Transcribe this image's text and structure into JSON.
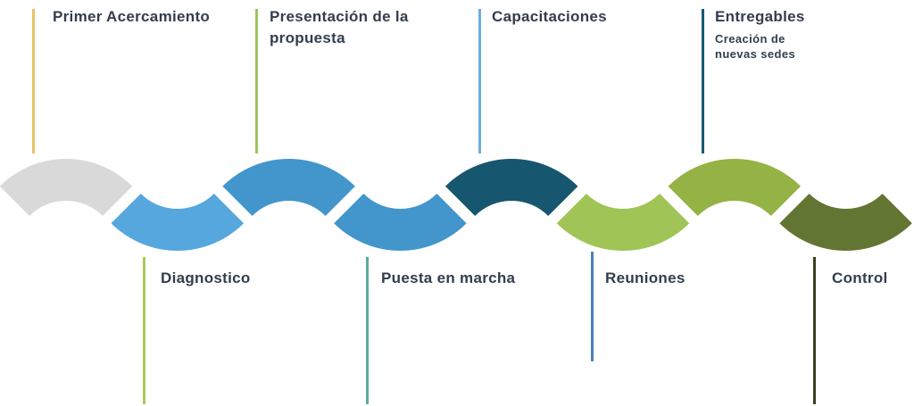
{
  "steps": [
    {
      "title": "Primer Acercamiento",
      "color": "#d9d9d9",
      "line_color": "#e8c465",
      "position": "top"
    },
    {
      "title": "Diagnostico",
      "color": "#55a7de",
      "line_color": "#a9c95a",
      "position": "bottom"
    },
    {
      "title": "Presentación de la propuesta",
      "color": "#4396cb",
      "line_color": "#9ec35a",
      "position": "top"
    },
    {
      "title": "Puesta en marcha",
      "color": "#4396cb",
      "line_color": "#5aaba0",
      "position": "bottom"
    },
    {
      "title": "Capacitaciones",
      "color": "#17566f",
      "line_color": "#6aaee0",
      "position": "top"
    },
    {
      "title": "Reuniones",
      "color": "#a0c456",
      "line_color": "#4a80bd",
      "position": "bottom"
    },
    {
      "title": "Entregables",
      "subtitle": "Creación de nuevas sedes",
      "color": "#95b245",
      "line_color": "#1a5776",
      "position": "top"
    },
    {
      "title": "Control",
      "color": "#637532",
      "line_color": "#3b3f20",
      "position": "bottom"
    }
  ]
}
